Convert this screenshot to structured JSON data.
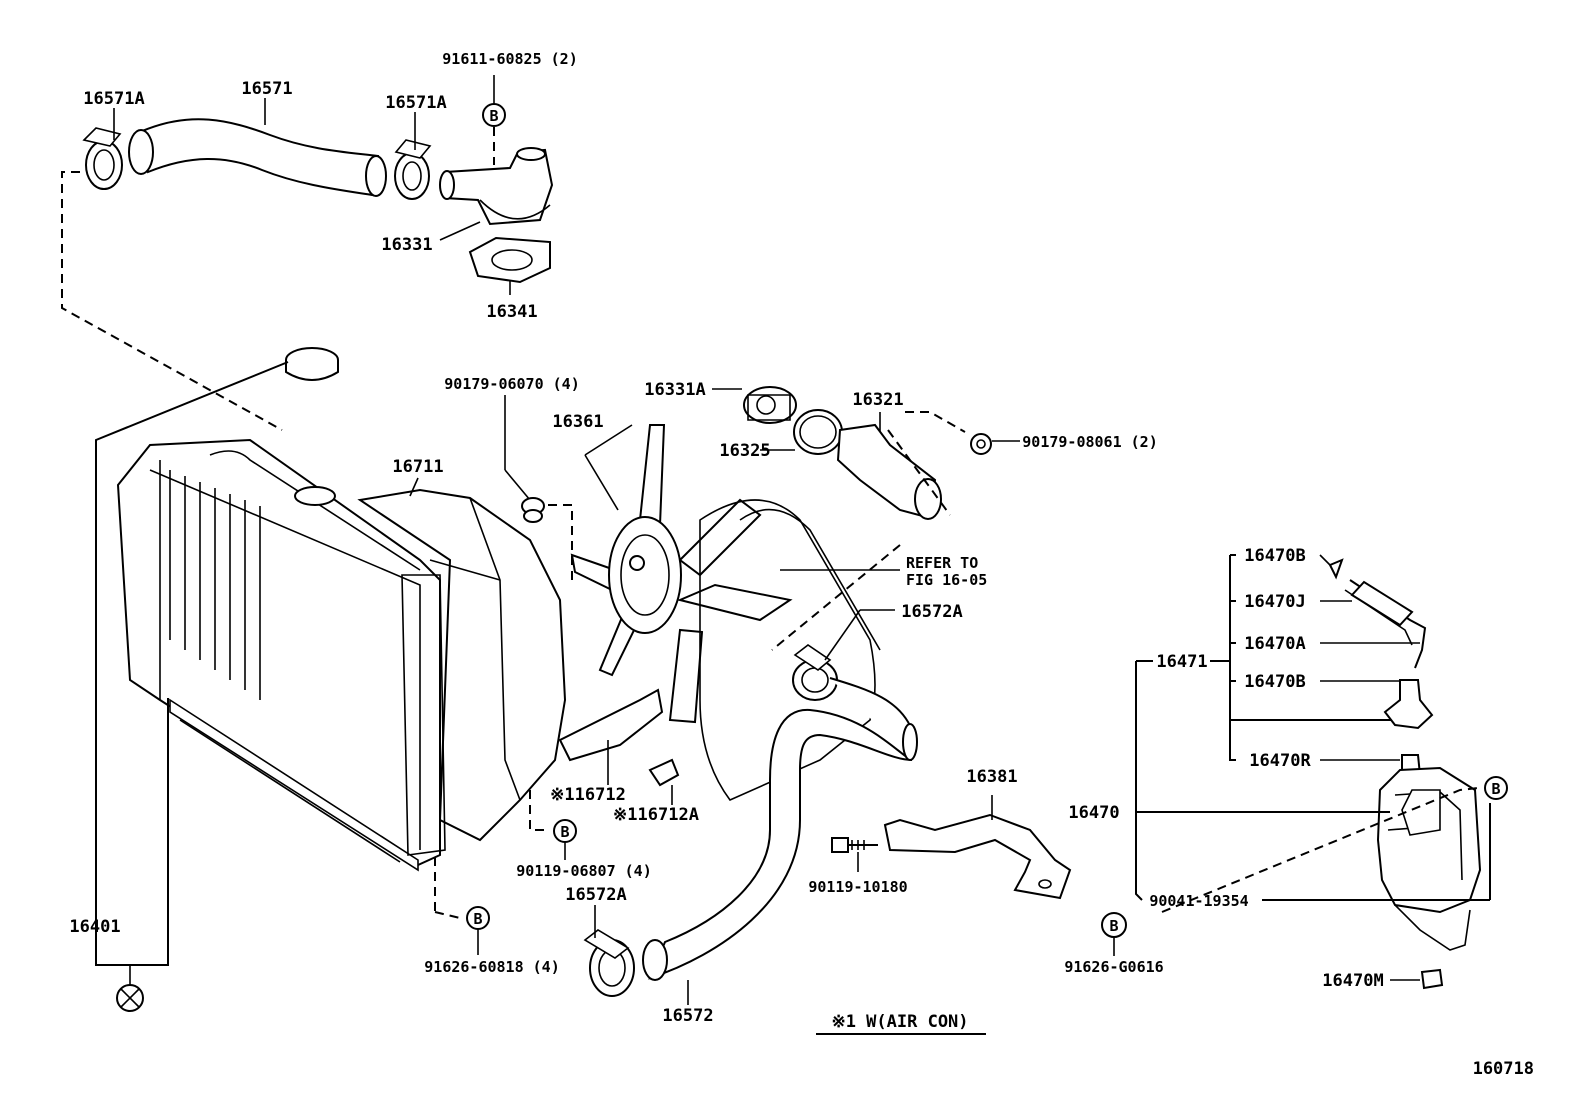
{
  "labels": {
    "p16571A_l": "16571A",
    "p16571": "16571",
    "p16571A_r": "16571A",
    "p91611": "91611-60825 (2)",
    "p16331": "16331",
    "p16341": "16341",
    "p90179_06070": "90179-06070 (4)",
    "p16331A": "16331A",
    "p16321": "16321",
    "p16361": "16361",
    "p16325": "16325",
    "p90179_08061": "90179-08061 (2)",
    "p16711": "16711",
    "refer_to": "REFER TO",
    "fig": "FIG 16-05",
    "p16572A_top": "16572A",
    "p16470B_top": "16470B",
    "p16470J": "16470J",
    "p16470A": "16470A",
    "p16471": "16471",
    "p16470B_mid": "16470B",
    "p16470R": "16470R",
    "p16470": "16470",
    "p16381": "16381",
    "p116712": "※116712",
    "p116712A": "※116712A",
    "p90119_06807": "90119-06807 (4)",
    "p90119_10180": "90119-10180",
    "p90041": "90041-19354",
    "p16401": "16401",
    "p91626_60818": "91626-60818 (4)",
    "p16572A_bot": "16572A",
    "p16572": "16572",
    "p91626_G0616": "91626-G0616",
    "p16470M": "16470M",
    "note": "※1  W(AIR CON)",
    "fig_no": "160718"
  },
  "markers": {
    "b": "B"
  },
  "icons": [
    "clamp-icon",
    "bolt-icon",
    "screw-icon",
    "cross-circle-icon"
  ]
}
